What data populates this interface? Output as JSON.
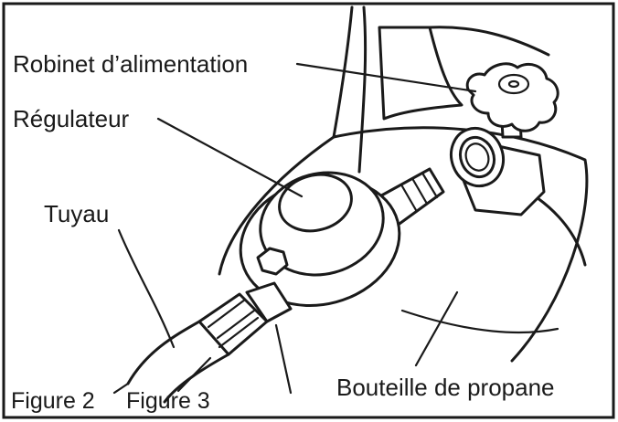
{
  "labels": {
    "valve": "Robinet d’alimentation",
    "regulator": "Régulateur",
    "hose": "Tuyau",
    "cylinder": "Bouteille de propane",
    "figure2": "Figure 2",
    "figure3": "Figure 3"
  },
  "colors": {
    "ink": "#1a1a1a",
    "background": "#ffffff"
  }
}
